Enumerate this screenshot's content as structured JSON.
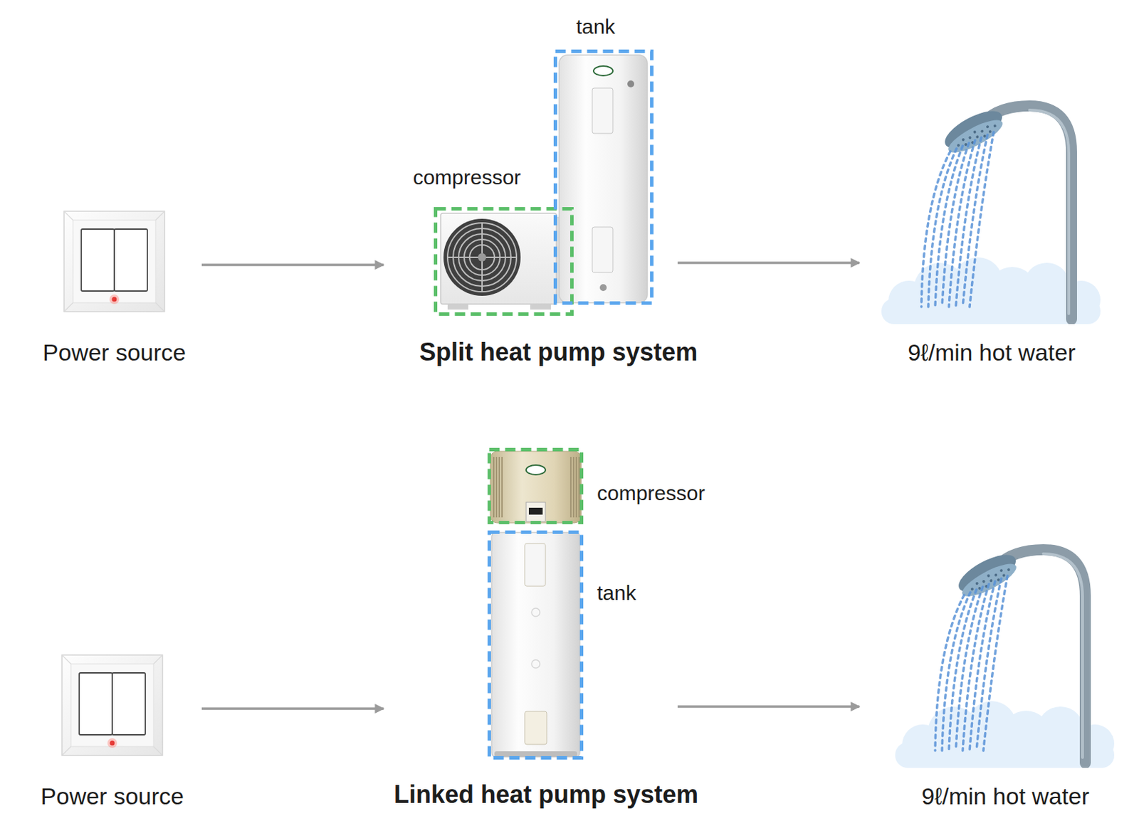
{
  "diagram": {
    "nodes": [
      {
        "text": [
          "Power source"
        ]
      },
      {
        "text": [
          "Split heat pump system"
        ]
      },
      {
        "text": [
          "compressor"
        ],
        "in": 1
      },
      {
        "text": [
          "tank"
        ],
        "in": 1
      },
      {
        "text": [
          "9ℓ/min hot water"
        ]
      },
      {
        "text": [
          "Power source"
        ]
      },
      {
        "text": [
          "Linked heat pump system"
        ]
      },
      {
        "text": [
          "compressor"
        ],
        "in": 6
      },
      {
        "text": [
          "tank"
        ],
        "in": 6
      },
      {
        "text": [
          "9ℓ/min hot water"
        ]
      }
    ],
    "edges": [
      {
        "from": 0,
        "to": 1,
        "arrow": "to"
      },
      {
        "from": 1,
        "to": 4,
        "arrow": "to"
      },
      {
        "from": 5,
        "to": 6,
        "arrow": "to"
      },
      {
        "from": 6,
        "to": 9,
        "arrow": "to"
      }
    ]
  }
}
